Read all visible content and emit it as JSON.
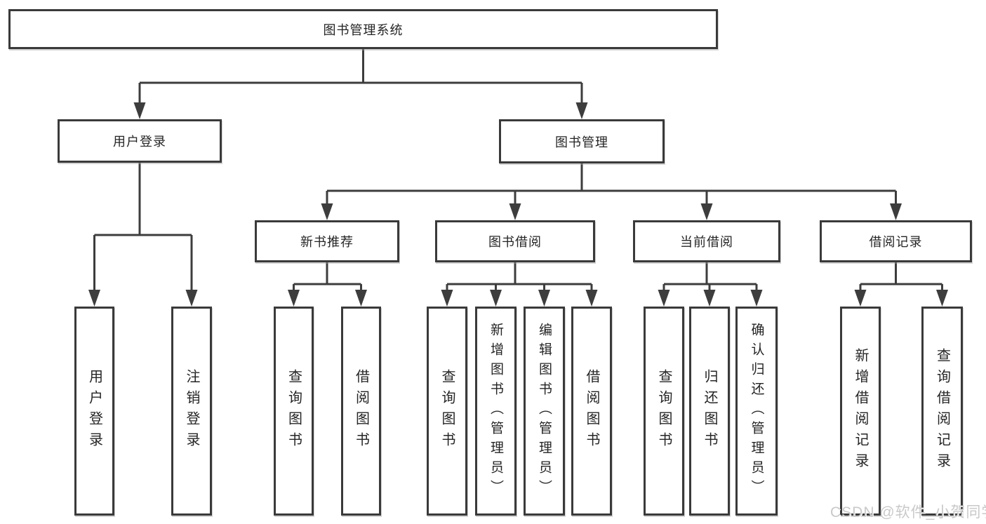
{
  "diagram_title": "图书管理系统",
  "nodes": {
    "root": "图书管理系统",
    "user_login": "用户登录",
    "book_mgmt": "图书管理",
    "new_rec": "新书推荐",
    "borrow": "图书借阅",
    "current": "当前借阅",
    "records": "借阅记录",
    "login_leaf": "用户登录",
    "logout_leaf": "注销登录",
    "rec_query": "查询图书",
    "rec_borrow": "借阅图书",
    "bor_query": "查询图书",
    "bor_add": "新增图书（管理员）",
    "bor_edit": "编辑图书（管理员）",
    "bor_borrow": "借阅图书",
    "cur_query": "查询图书",
    "cur_return": "归还图书",
    "cur_confirm": "确认归还（管理员）",
    "log_add": "新增借阅记录",
    "log_query": "查询借阅记录"
  },
  "watermark": "CSDN @软件_小贺同学",
  "colors": {
    "line": "#3d3d3d",
    "border": "#3a3a3a",
    "text": "#252525",
    "watermark": "#c9c9c9",
    "background": "#ffffff"
  }
}
